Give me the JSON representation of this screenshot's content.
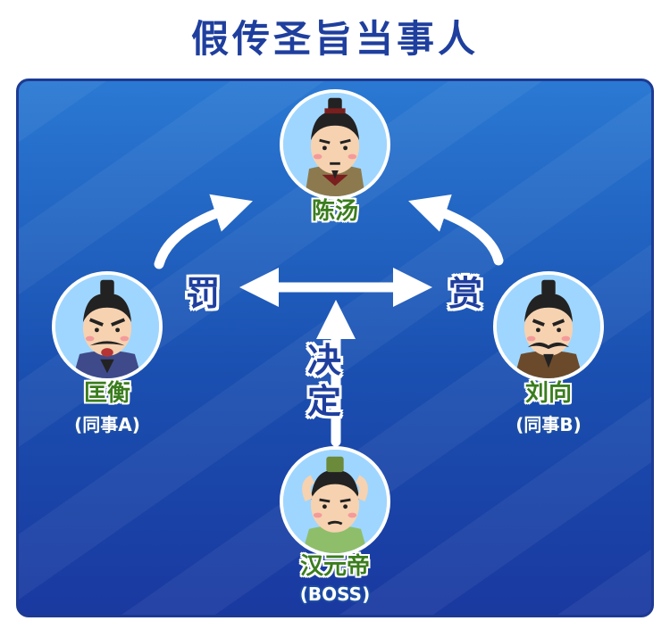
{
  "title": "假传圣旨当事人",
  "people": {
    "top": {
      "name": "陈汤",
      "role": ""
    },
    "left": {
      "name": "匡衡",
      "role": "(同事A)"
    },
    "right": {
      "name": "刘向",
      "role": "(同事B)"
    },
    "bottom": {
      "name": "汉元帝",
      "role": "(BOSS)"
    }
  },
  "relations": {
    "left_label": "罚",
    "right_label": "赏",
    "bottom_char1": "决",
    "bottom_char2": "定"
  },
  "colors": {
    "title": "#1f3f9e",
    "name": "#3a7d1e",
    "panel_top": "#2a79d3",
    "panel_bottom": "#1a39a0",
    "avatar_bg": "#9fd6ff",
    "arrow": "#ffffff"
  },
  "icons": {
    "top": "official-portrait-icon",
    "left": "angry-official-portrait-icon",
    "right": "mustache-official-portrait-icon",
    "bottom": "emperor-portrait-icon"
  }
}
